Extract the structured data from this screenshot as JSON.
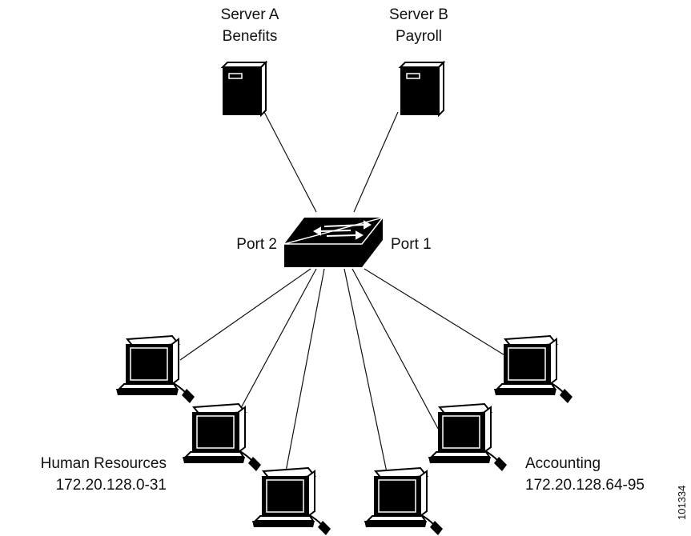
{
  "servers": [
    {
      "name": "Server A",
      "role": "Benefits"
    },
    {
      "name": "Server B",
      "role": "Payroll"
    }
  ],
  "switch": {
    "port_left": "Port 2",
    "port_right": "Port 1"
  },
  "groups": [
    {
      "name": "Human Resources",
      "subnet": "172.20.128.0-31"
    },
    {
      "name": "Accounting",
      "subnet": "172.20.128.64-95"
    }
  ],
  "figure_id": "101334",
  "colors": {
    "device": "#000000",
    "line": "#111111",
    "screen": "#000000",
    "background": "#ffffff"
  }
}
